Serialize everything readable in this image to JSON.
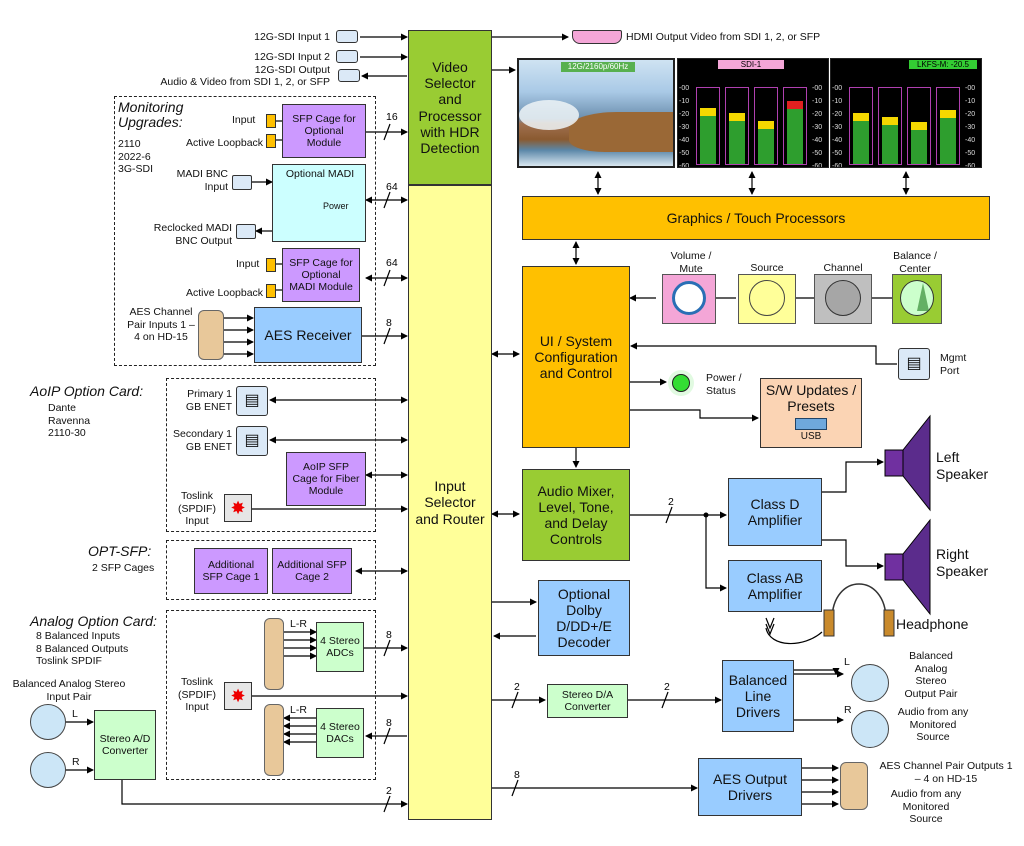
{
  "colors": {
    "green": "#99cc33",
    "yellow": "#ffff99",
    "orange": "#ffc000",
    "blue": "#99ccff",
    "purple": "#cc99ff",
    "mint": "#ccffcc",
    "peach": "#fbd4b4",
    "cyan": "#ccffff",
    "pink": "#f4a6d7"
  },
  "inputs_top": {
    "sdi1": "12G-SDI Input 1",
    "sdi2": "12G-SDI Input 2",
    "sdi_out": "12G-SDI Output",
    "sdi_out_sub": "Audio & Video from SDI 1, 2, or SFP",
    "hdmi_out": "HDMI Output Video from SDI 1, 2, or SFP"
  },
  "core": {
    "video": "Video Selector and Processor with HDR Detection",
    "router": "Input Selector and Router",
    "graphics": "Graphics / Touch Processors",
    "ui": "UI / System Configuration and Control",
    "mixer": "Audio Mixer, Level, Tone, and Delay Controls",
    "dolby": "Optional Dolby D/DD+/E Decoder",
    "updates": "S/W Updates / Presets",
    "usb": "USB",
    "class_d": "Class D Amplifier",
    "class_ab": "Class AB Amplifier",
    "balanced_drivers": "Balanced Line Drivers",
    "aes_drivers": "AES Output Drivers",
    "stereo_da": "Stereo D/A Converter"
  },
  "screens": {
    "video_badge": "12G/2160p/60Hz",
    "meter1_title": "SDI-1",
    "meter2_title": "LKFS-M: -20.5",
    "scale": [
      "-00",
      "-10",
      "-20",
      "-30",
      "-40",
      "-50",
      "-60"
    ]
  },
  "controls": {
    "volume": "Volume / Mute",
    "source": "Source",
    "channel": "Channel",
    "balance": "Balance / Center",
    "power": "Power / Status",
    "mgmt": "Mgmt Port"
  },
  "outputs": {
    "left_speaker": "Left Speaker",
    "right_speaker": "Right Speaker",
    "headphone": "Headphone",
    "balanced_out": "Balanced Analog Stereo Output Pair",
    "balanced_out_sub": "Audio from any Monitored Source",
    "aes_out": "AES Channel Pair Outputs 1 – 4  on HD-15",
    "aes_out_sub": "Audio from any Monitored Source",
    "l": "L",
    "r": "R"
  },
  "monitoring": {
    "title": "Monitoring Upgrades:",
    "formats": "2110\n2022-6\n3G-SDI",
    "sfp_cage": "SFP Cage for Optional Module",
    "input": "Input",
    "active_loopback": "Active Loopback",
    "madi_in": "MADI BNC Input",
    "optional_madi": "Optional MADI",
    "power": "Power",
    "reclocked": "Reclocked MADI BNC Output",
    "sfp_madi": "SFP Cage for Optional MADI Module",
    "aes_in_label": "AES Channel Pair Inputs 1 – 4 on HD-15",
    "aes_receiver": "AES Receiver"
  },
  "aoip": {
    "title": "AoIP Option Card:",
    "protocols": "Dante\nRavenna\n2110-30",
    "primary": "Primary 1 GB ENET",
    "secondary": "Secondary 1 GB ENET",
    "sfp": "AoIP SFP Cage for Fiber Module",
    "toslink": "Toslink (SPDIF) Input"
  },
  "optsfp": {
    "title": "OPT-SFP:",
    "sub": "2 SFP Cages",
    "cage1": "Additional SFP Cage 1",
    "cage2": "Additional SFP Cage 2"
  },
  "analog": {
    "title": "Analog Option Card:",
    "desc": "8 Balanced Inputs\n8 Balanced Outputs\nToslink SPDIF",
    "stereo_in": "Balanced Analog Stereo Input Pair",
    "adcs": "4 Stereo ADCs",
    "dacs": "4 Stereo DACs",
    "lr": "L-R",
    "toslink": "Toslink (SPDIF) Input",
    "ad": "Stereo A/D Converter"
  },
  "bus": {
    "n16": "16",
    "n64a": "64",
    "n64b": "64",
    "n8a": "8",
    "n8b": "8",
    "n8c": "8",
    "n8d": "8",
    "n2a": "2",
    "n2b": "2",
    "n2c": "2",
    "n2d": "2"
  }
}
